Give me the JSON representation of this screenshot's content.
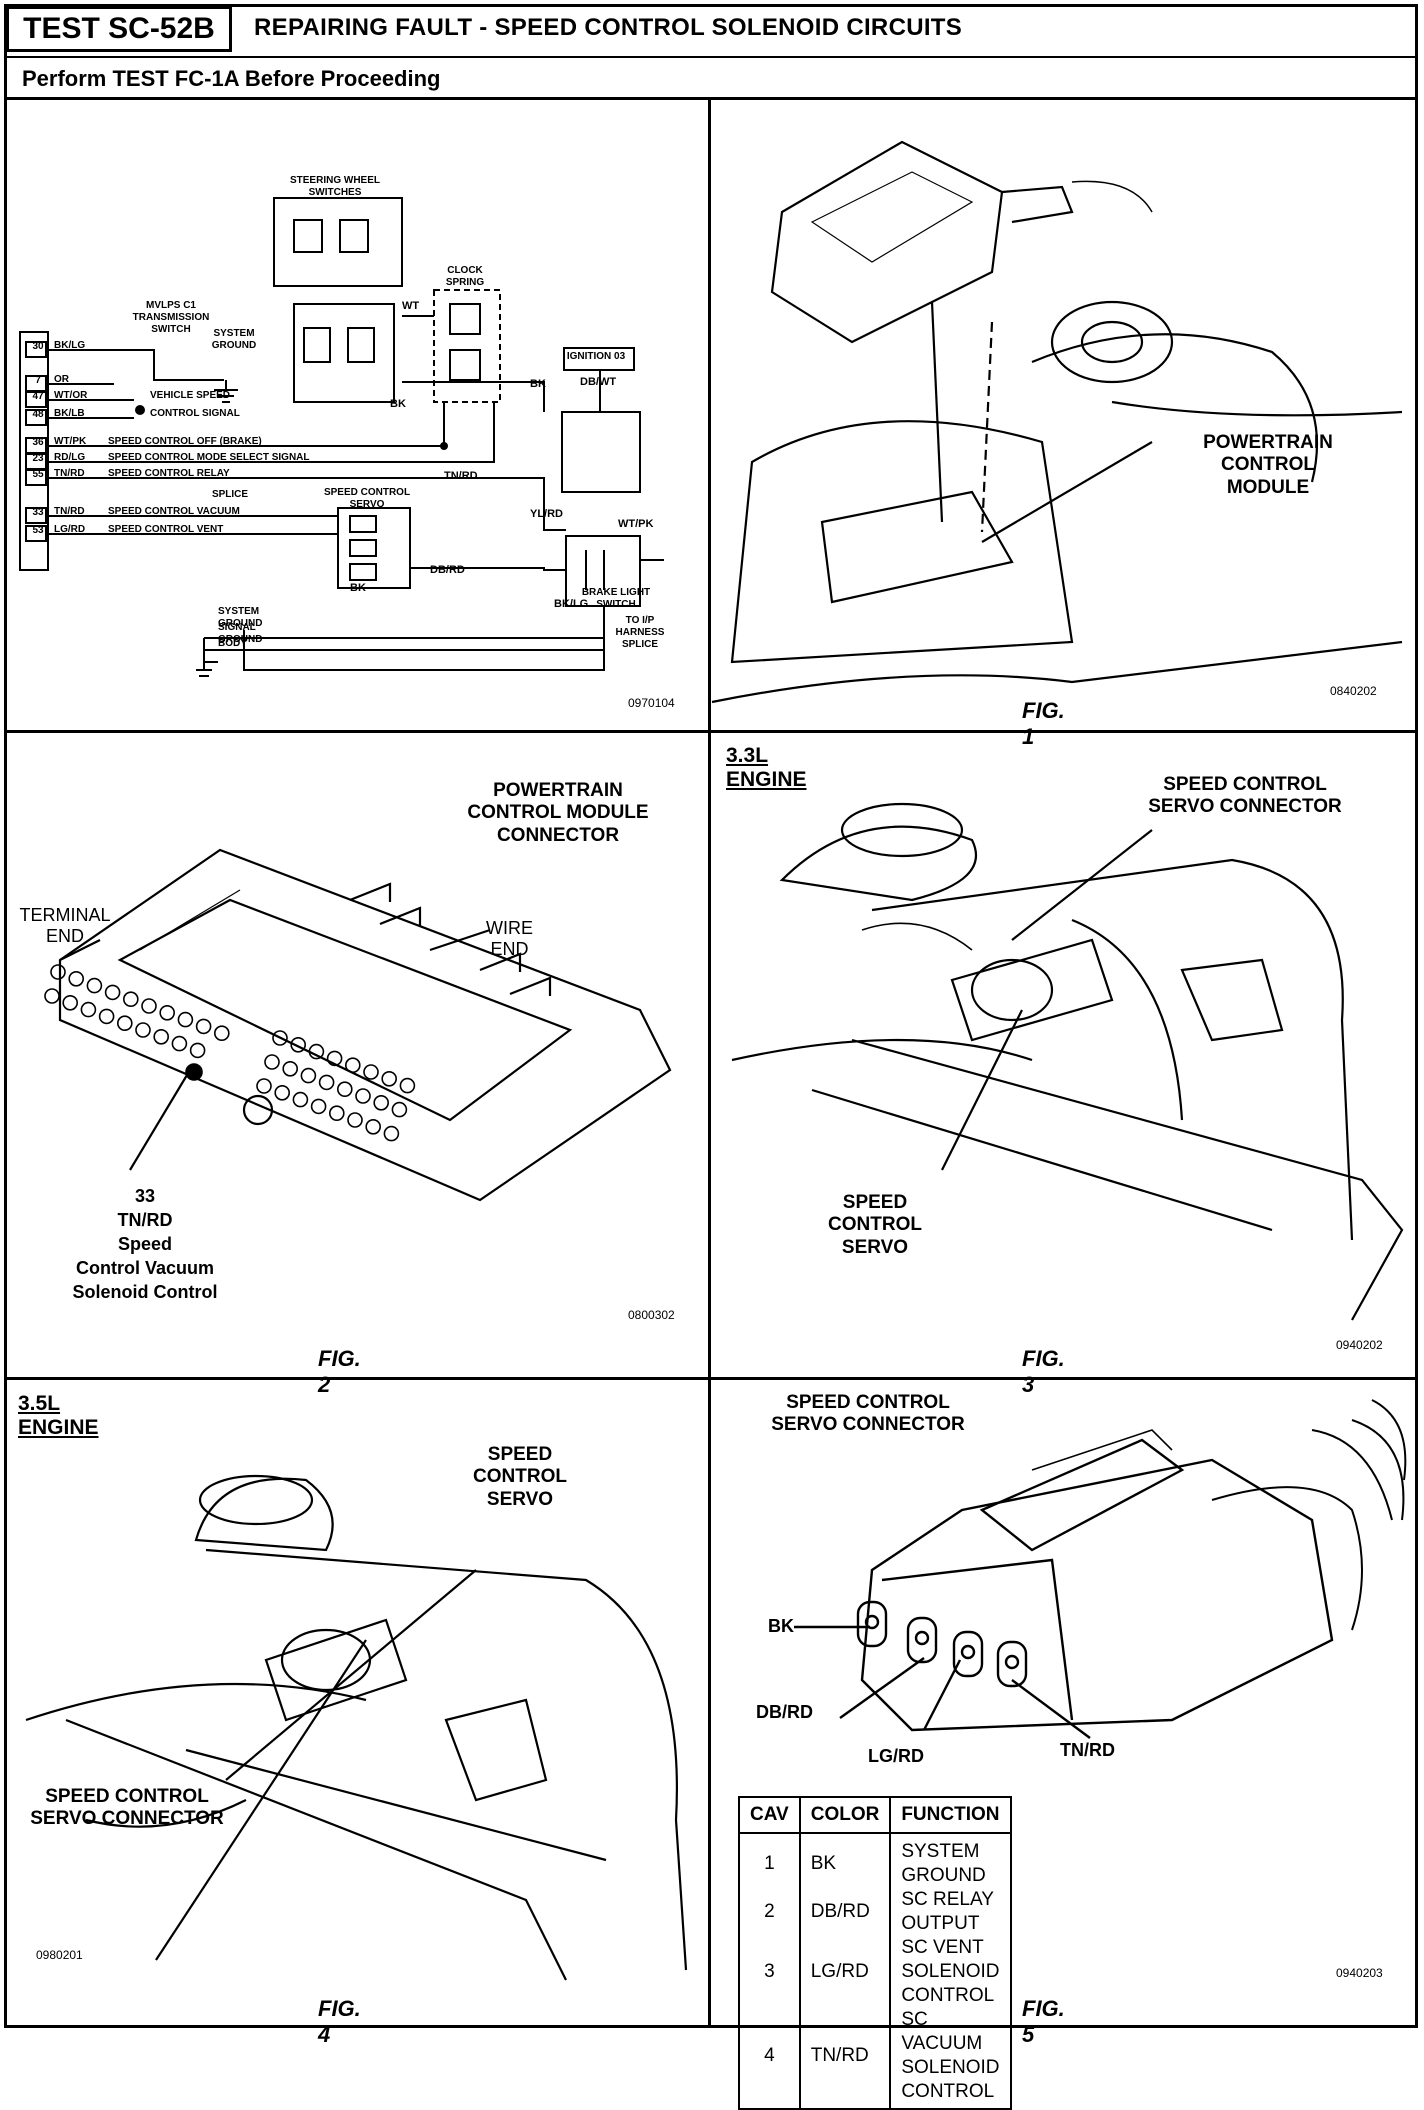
{
  "header": {
    "test_id": "TEST SC-52B",
    "title": "REPAIRING FAULT - SPEED CONTROL SOLENOID CIRCUITS",
    "subtitle": "Perform TEST FC-1A Before Proceeding"
  },
  "schematic": {
    "code": "0970104",
    "pins": [
      "30",
      "7",
      "47",
      "48",
      "36",
      "23",
      "55",
      "33",
      "53"
    ],
    "wires": [
      {
        "color": "BK/LG",
        "text": ""
      },
      {
        "color": "OR",
        "text": ""
      },
      {
        "color": "WT/OR",
        "text": "VEHICLE SPEED"
      },
      {
        "color": "BK/LB",
        "text": "CONTROL SIGNAL"
      },
      {
        "color": "WT/PK",
        "text": "SPEED CONTROL OFF (BRAKE)"
      },
      {
        "color": "RD/LG",
        "text": "SPEED CONTROL MODE SELECT SIGNAL"
      },
      {
        "color": "TN/RD",
        "text": "SPEED CONTROL RELAY"
      },
      {
        "color": "TN/RD",
        "text": "SPEED CONTROL VACUUM"
      },
      {
        "color": "LG/RD",
        "text": "SPEED CONTROL VENT"
      }
    ],
    "labels": {
      "steering": "STEERING WHEEL SWITCHES",
      "clock": "CLOCK SPRING",
      "mvlps": "MVLPS C1 TRANSMISSION SWITCH",
      "sysground": "SYSTEM GROUND",
      "ignition": "IGNITION 03",
      "servo": "SPEED CONTROL SERVO",
      "splice": "SPLICE",
      "brake": "BRAKE LIGHT SWITCH",
      "toip": "TO I/P HARNESS SPLICE",
      "g1": "SYSTEM GROUND",
      "g2": "SIGNAL GROUND",
      "g3": "BODY",
      "wt": "WT",
      "bk1": "BK",
      "bk2": "BK",
      "bk3": "BK",
      "dbwt": "DB/WT",
      "tnrd": "TN/RD",
      "ylrd": "YL/RD",
      "wtpk": "WT/PK",
      "dbrd": "DB/RD",
      "bklg": "BK/LG"
    }
  },
  "fig1": {
    "caption": "FIG. 1",
    "code": "0840202",
    "label": "POWERTRAIN CONTROL MODULE"
  },
  "fig2": {
    "caption": "FIG. 2",
    "code": "0800302",
    "title": "POWERTRAIN CONTROL MODULE CONNECTOR",
    "terminal_end": "TERMINAL END",
    "wire_end": "WIRE END",
    "pin_num": "33",
    "pin_color": "TN/RD",
    "pin_desc1": "Speed",
    "pin_desc2": "Control Vacuum",
    "pin_desc3": "Solenoid Control"
  },
  "fig3": {
    "caption": "FIG. 3",
    "code": "0940202",
    "section": "3.3L ENGINE",
    "connector": "SPEED CONTROL SERVO CONNECTOR",
    "servo": "SPEED CONTROL SERVO"
  },
  "fig4": {
    "caption": "FIG. 4",
    "code": "0980201",
    "section": "3.5L ENGINE",
    "servo": "SPEED CONTROL SERVO",
    "connector": "SPEED CONTROL SERVO CONNECTOR"
  },
  "fig5": {
    "caption": "FIG. 5",
    "code": "0940203",
    "title": "SPEED CONTROL SERVO CONNECTOR",
    "pins": {
      "bk": "BK",
      "dbrd": "DB/RD",
      "lgrd": "LG/RD",
      "tnrd": "TN/RD"
    },
    "table": {
      "headers": [
        "CAV",
        "COLOR",
        "FUNCTION"
      ],
      "rows": [
        [
          "1",
          "BK",
          "SYSTEM GROUND"
        ],
        [
          "2",
          "DB/RD",
          "SC RELAY OUTPUT"
        ],
        [
          "3",
          "LG/RD",
          "SC VENT SOLENOID CONTROL"
        ],
        [
          "4",
          "TN/RD",
          "SC VACUUM SOLENOID CONTROL"
        ]
      ]
    }
  }
}
